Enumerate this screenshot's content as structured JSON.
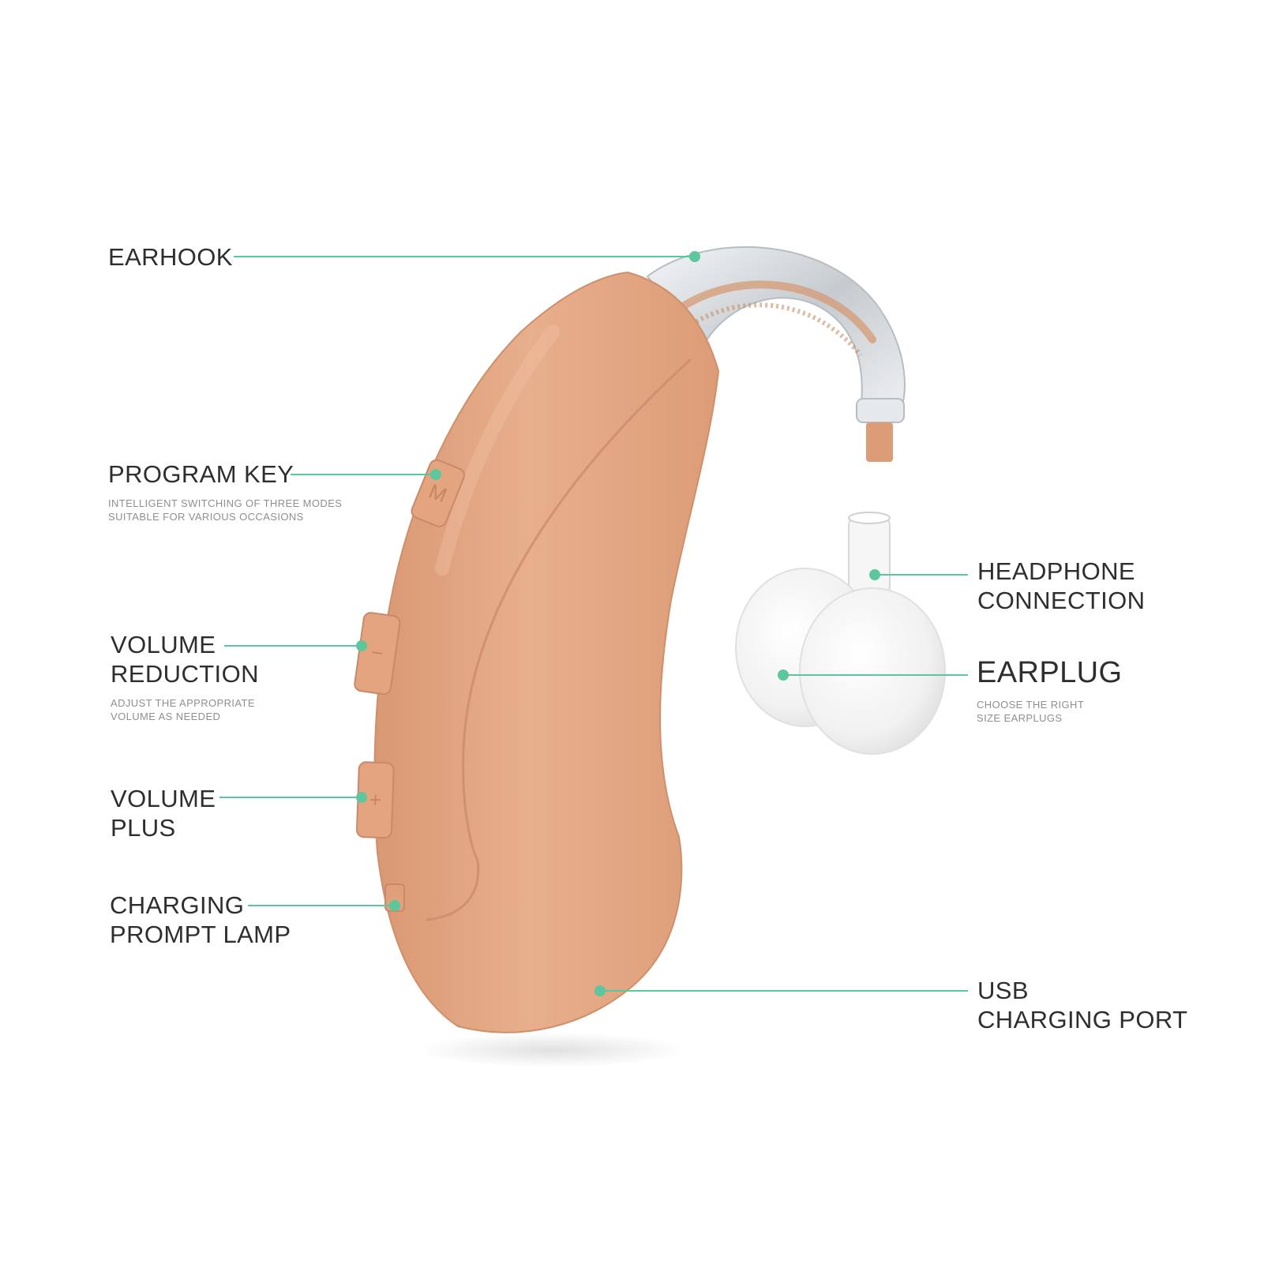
{
  "colors": {
    "background": "#ffffff",
    "body_skin": "#e2a580",
    "leader_line": "#5cc79d",
    "earplug": "#f4f4f4",
    "earhook": "#cfd3d6"
  },
  "labels": {
    "earhook": {
      "title": "EARHOOK"
    },
    "program_key": {
      "title": "PROGRAM KEY",
      "sub1": "INTELLIGENT SWITCHING OF THREE MODES",
      "sub2": "SUITABLE FOR VARIOUS OCCASIONS"
    },
    "volume_reduction": {
      "title1": "VOLUME",
      "title2": "REDUCTION",
      "sub1": "ADJUST THE APPROPRIATE",
      "sub2": "VOLUME AS NEEDED"
    },
    "volume_plus": {
      "title1": "VOLUME",
      "title2": "PLUS"
    },
    "charging_lamp": {
      "title1": "CHARGING",
      "title2": "PROMPT LAMP"
    },
    "headphone_connection": {
      "title1": "HEADPHONE",
      "title2": "CONNECTION"
    },
    "earplug": {
      "title": "EARPLUG",
      "sub1": "CHOOSE THE RIGHT",
      "sub2": "SIZE EARPLUGS"
    },
    "usb_port": {
      "title1": "USB",
      "title2": "CHARGING PORT"
    }
  },
  "device": {
    "program_key_glyph": "M",
    "volume_minus_glyph": "−",
    "volume_plus_glyph": "+"
  }
}
